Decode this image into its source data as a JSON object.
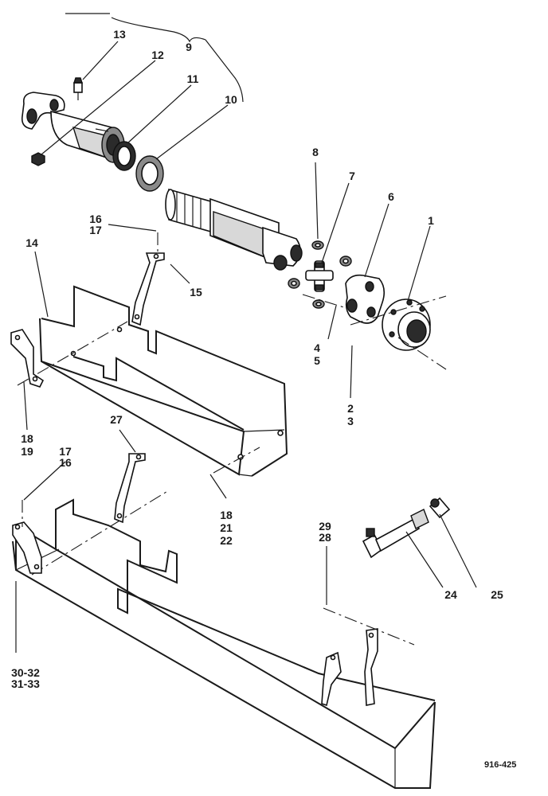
{
  "figure_id": "916-425",
  "callouts": {
    "c1": "1",
    "c2": "2",
    "c3": "3",
    "c4": "4",
    "c5": "5",
    "c6": "6",
    "c7": "7",
    "c8": "8",
    "c9": "9",
    "c10": "10",
    "c11": "11",
    "c12": "12",
    "c13": "13",
    "c14": "14",
    "c15": "15",
    "c16a": "16",
    "c17a": "17",
    "c17b": "17",
    "c16b": "16",
    "c18a": "18",
    "c19": "19",
    "c18b": "18",
    "c21": "21",
    "c22": "22",
    "c24": "24",
    "c25": "25",
    "c27": "27",
    "c29": "29",
    "c28": "28",
    "c3032": "30-32",
    "c3133": "31-33"
  },
  "colors": {
    "ink": "#1a1a1a",
    "paper": "#ffffff",
    "shade": "#8a8a8a"
  }
}
